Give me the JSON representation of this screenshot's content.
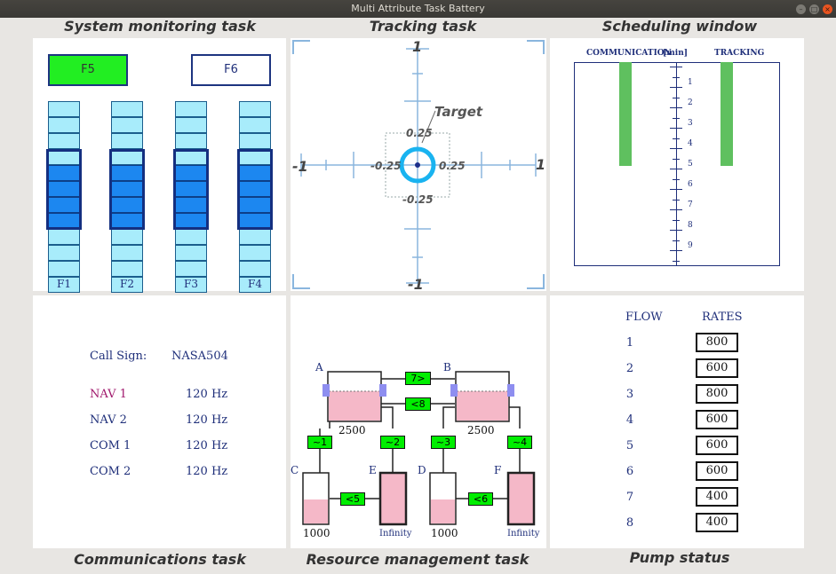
{
  "window": {
    "title": "Multi Attribute Task Battery"
  },
  "sections": {
    "sysmon": "System monitoring task",
    "tracking": "Tracking task",
    "scheduling": "Scheduling window",
    "comms": "Communications task",
    "resman": "Resource management task",
    "pump": "Pump status"
  },
  "sysmon": {
    "f5_label": "F5",
    "f6_label": "F6",
    "f5_color": "#22ee22",
    "scales": [
      {
        "label": "F1"
      },
      {
        "label": "F2"
      },
      {
        "label": "F3"
      },
      {
        "label": "F4"
      }
    ]
  },
  "tracking": {
    "axis_top": "1",
    "axis_bottom": "-1",
    "axis_left": "-1",
    "axis_right": "1",
    "inner_top": "0.25",
    "inner_bottom": "-0.25",
    "inner_left": "-0.25",
    "inner_right": "0.25",
    "target_label": "Target",
    "target_color": "#19b3f0"
  },
  "scheduling": {
    "left_label": "COMMUNICATION",
    "unit_label": "[min]",
    "right_label": "TRACKING",
    "ticks": [
      "1",
      "2",
      "3",
      "4",
      "5",
      "6",
      "7",
      "8",
      "9"
    ],
    "bar_color": "#5fc05f",
    "comm_bar_until": 5,
    "track_bar_until": 5
  },
  "comms": {
    "callsign_label": "Call Sign:",
    "callsign_value": "NASA504",
    "radios": [
      {
        "name": "NAV 1",
        "freq": "120 Hz",
        "active": true
      },
      {
        "name": "NAV 2",
        "freq": "120 Hz",
        "active": false
      },
      {
        "name": "COM 1",
        "freq": "120 Hz",
        "active": false
      },
      {
        "name": "COM 2",
        "freq": "120 Hz",
        "active": false
      }
    ]
  },
  "resman": {
    "tank_a": {
      "label": "A",
      "value": "2500"
    },
    "tank_b": {
      "label": "B",
      "value": "2500"
    },
    "tank_c": {
      "label": "C",
      "value": "1000"
    },
    "tank_d": {
      "label": "D",
      "value": "1000"
    },
    "tank_e": {
      "label": "E",
      "value": "Infinity"
    },
    "tank_f": {
      "label": "F",
      "value": "Infinity"
    },
    "pumps": {
      "p1": "~1",
      "p2": "~2",
      "p3": "~3",
      "p4": "~4",
      "p5": "<5",
      "p6": "<6",
      "p7": "7>",
      "p8": "<8"
    },
    "fluid_color": "#f5b8c8",
    "pump_color": "#00ee00"
  },
  "pump_status": {
    "flow_header": "FLOW",
    "rates_header": "RATES",
    "rows": [
      {
        "flow": "1",
        "rate": "800"
      },
      {
        "flow": "2",
        "rate": "600"
      },
      {
        "flow": "3",
        "rate": "800"
      },
      {
        "flow": "4",
        "rate": "600"
      },
      {
        "flow": "5",
        "rate": "600"
      },
      {
        "flow": "6",
        "rate": "600"
      },
      {
        "flow": "7",
        "rate": "400"
      },
      {
        "flow": "8",
        "rate": "400"
      }
    ]
  }
}
